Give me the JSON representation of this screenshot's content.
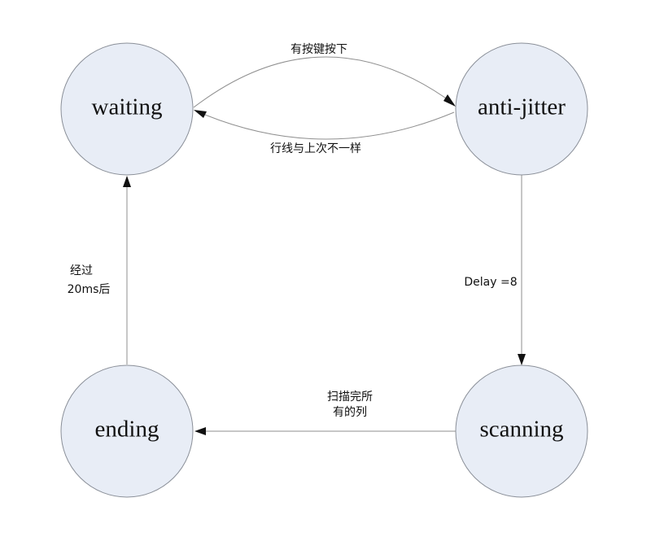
{
  "states": {
    "waiting": "waiting",
    "anti_jitter": "anti-jitter",
    "scanning": "scanning",
    "ending": "ending"
  },
  "transitions": {
    "waiting_to_anti_jitter": "有按键按下",
    "anti_jitter_to_waiting": "行线与上次不一样",
    "anti_jitter_to_scanning": "Delay =8",
    "scanning_to_ending": [
      "扫描完所",
      "有的列"
    ],
    "ending_to_waiting": [
      "经过",
      "20ms后"
    ]
  },
  "colors": {
    "state_fill": "#e8edf6",
    "state_stroke": "#8a8f98",
    "edge_stroke": "#8f8f8f",
    "arrow": "#111111"
  }
}
